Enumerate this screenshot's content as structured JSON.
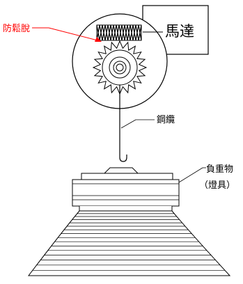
{
  "labels": {
    "anti_loosening": "防鬆脫",
    "motor": "馬達",
    "steel_cable": "鋼纜",
    "load": "負重物",
    "lamp": "（燈具）"
  },
  "colors": {
    "annotation_red": "#ff0000",
    "line_black": "#000000",
    "background": "#ffffff"
  }
}
